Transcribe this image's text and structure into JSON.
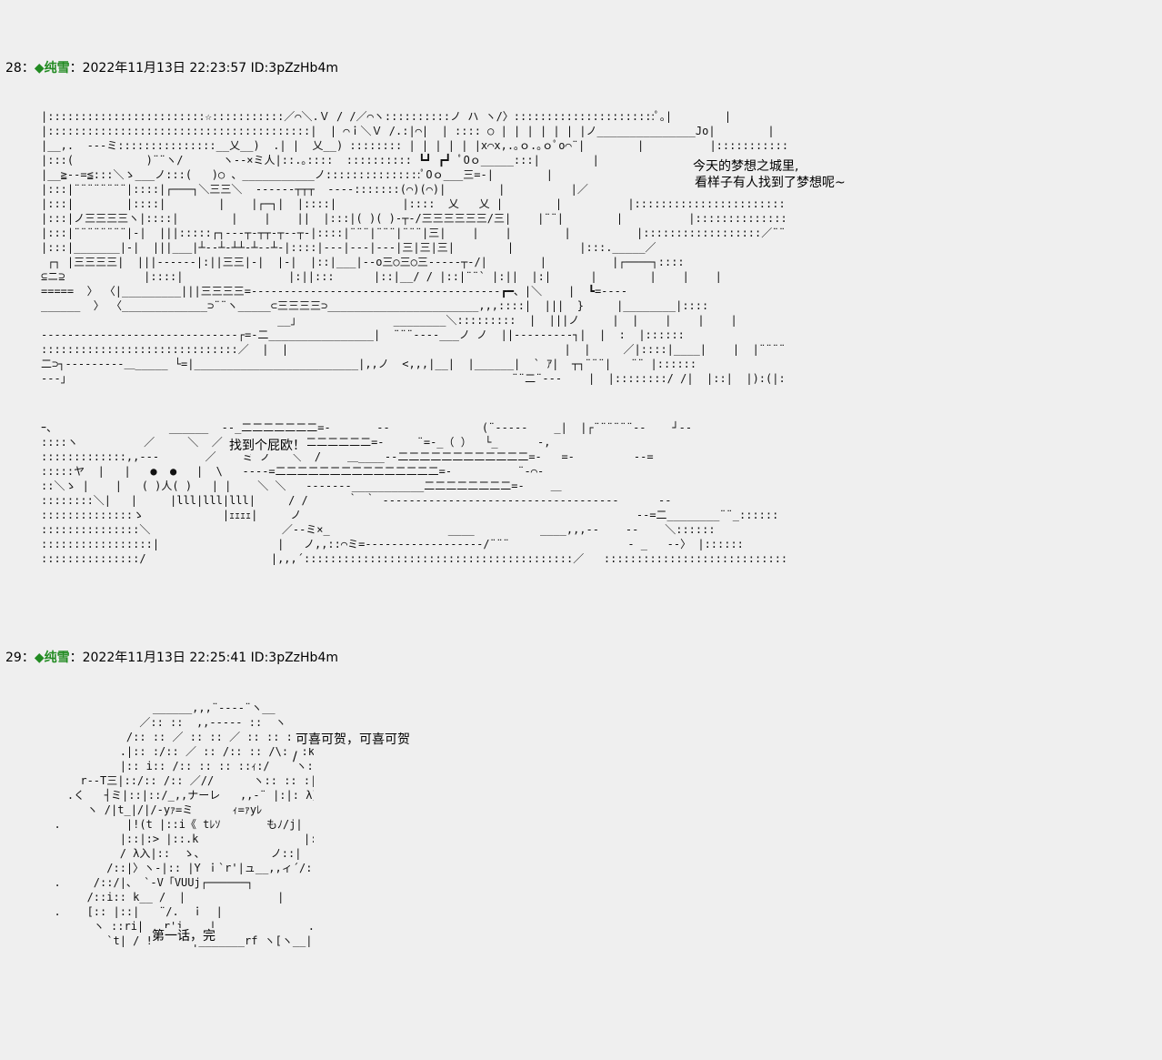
{
  "posts": [
    {
      "number": "28",
      "separator": "：",
      "name": "◆纯雪",
      "separator2": "：",
      "date": "2022年11月13日",
      "time": "22:23:57",
      "id": "ID:3pZzHb4m",
      "speech_1": "今天的梦想之城里,",
      "speech_2": "看样子有人找到了梦想呢~",
      "speech_3": "找到个屁欧！",
      "art": "|::::::::::::::::::::::::☆:::::::::::／⌒＼.Ｖ / /／⌒ヽ::::::::::ノ ハ ヽ/〉::::::::::::::::::::::ﾟ｡|        |          |:::::::::::::::::::::::\n|::::::::::::::::::::::::::::::::::::::::|  | ⌒ｉ＼Ｖ /.:|⌒|  | :::: ○ | | | | | | |ノ_______________Jo|        |          |:::::::::::::::::::::::\n|__,.  ‐‐‐ミ:::::::::::::::__乂__)  .| |  乂__) :::::::: | | | | | |x⌒x,.｡ｏ.｡ｏﾟo⌒¨|        |          |:::::::::::::::::::::::\n|:::(           )¨¨ヽ/      ヽ‐‐×ミ人|::.｡::::  :::::::::: ┗┛ ┏┛ ﾟOｏ_____:::|        |\n|__≧‐‐=≦:::＼ゝ___ノ:::(   )○ 、___________ノ:::::::::::::::ﾟOｏ___三=‐|        |\n|:::|¨¨¨¨¨¨¨¨|::::|┌───┐＼三三＼  ‐‐‐‐‐‐┬┬┬  ‐‐‐‐:::::::(⌒)(⌒)|        |          |／\n|:::|        |::::|        |    |┌─┐|  |::::|          |::::  乂   乂 |        |          |:::::::::::::::::::::::\n|:::|ノ三三三三ヽ|::::|        |    |    ||  |:::|( )( )‐┬‐/三三三三三三/三|    |¨¨|        |          |:::::::::::::::::::::::\n|:::|¨¨¨¨¨¨¨¨|‐|  |||:::::┌┐‐‐‐┬‐┬┬‐┬‐‐┬‐|::::|¨¨¨|¨¨¨|¨¨¨|三|    |    |        |          |::::::::::::::::::／¨¨¨\n|:::|_______|‐|  |||___|┴‐‐┴‐┴┴‐┴‐‐┴‐|::::|‐‐‐|‐‐‐|‐‐‐|三|三|三|        |          |:::._____／\n ┌┐ |三三三三|  |||‐‐‐‐‐‐|:||三三|‐|  |‐|  |::|___|‐‐o三○三○三‐‐‐‐‐┬‐/|        |          |┌────┐::::\n⊆ニ⊇            |::::|                |:||:::      |::|__/ / |::|¨¨` |:||  |:|      |        |    |    |          |:|            |::::\n=====  〉 〈|_________|||三三三三=‐‐‐‐‐‐‐‐‐‐‐‐‐‐‐‐‐‐‐‐‐‐‐‐‐‐‐‐‐‐‐‐‐‐‐‐‐‐┏━、|＼    |  ┗=‐‐‐‐\n______  〉 〈_____________⊃¨¨ヽ_____⊂三三三三⊃_______________________,,,::::|  |||  }     |________|::::\n                                    __」              ________＼:::::::::  |  |||ノ     |  |    |    |    |\n‐‐‐‐‐‐‐‐‐‐‐‐‐‐‐‐‐‐‐‐‐‐‐‐‐‐‐‐‐‐┌=‐二________________|  ¨¨¨‐‐‐‐___ノ ノ  ||‐‐‐‐‐‐‐‐‐┐|  |  :  |::::::\n::::::::::::::::::::::::::::::／  |  |                                          |  |     ／|::::|____|    |  |¨¨¨¨¨¨¨¨¨¨|  |  :  |::::::\n二⊃┐‐‐‐‐‐‐‐‐‐＿_____ └=|_________________________|,,ノ  <,,,|__|  |______|  ` ｱ|  ┬┐¨¨¨|   ¨¨ |::::::\n‐‐‐」                                                                   ¨¨二¨‐‐‐    |  |::::::::/ /|  |::|  |):(|::::|  |::::::::::|::::\n",
      "art_2": "ｰ、                 ______  ‐‐_二二二二二二二=‐       ‐‐              (¨‐‐‐‐‐    _|  |┌¨¨¨¨¨¨‐‐    ┘‐‐\n::::ヽ          ／     ＼  ／ ‐‐‐‐=二二二二二二二二二二=‐     ¨=‐_（ ）  └_      ‐,\n:::::::::::::,,‐‐‐       ／    ミ ノ   ＼  /    ＿____‐‐二二二二二二二二二二二二=‐   =‐         ‐‐=\n:::::ヤ  |   |   ●  ●   |  \\   ‐‐‐‐=二二二二二二二二二二二二二二二=‐          ¨‐⌒‐\n::＼ゝ |    |   ( )人( )   | |    ＼ ＼   ‐‐‐‐‐‐‐___________二二二二二二二二=‐    ＿\n::::::::＼|   |     |lll|lll|lll|     / /      ｀ ｀ ‐‐‐‐‐‐‐‐‐‐‐‐‐‐‐‐‐‐‐‐‐‐‐‐‐‐‐‐‐‐‐‐‐‐‐‐      ‐‐\n::::::::::::::ゝ            |ｪｪｪｪ|     ノ                                                   ‐‐=二________¨¨_::::::\n:::::::::::::::＼                    ／‐‐ミ×_                  ____          ____,,,‐‐    ‐‐    ＼::::::\n:::::::::::::::::|                  |   ノ,,::⌒ミ=‐‐‐‐‐‐‐‐‐‐‐‐‐‐‐‐‐‐/¨¨¨                  ‐ _   ‐‐〉 |::::::\n:::::::::::::::/                   |,,,´:::::::::::::::::::::::::::::::::::::::::／   ::::::::::::::::::::::::::::::::_ ‐‐   _ ‐‐,,,|::::::"
    },
    {
      "number": "29",
      "separator": "：",
      "name": "◆纯雪",
      "separator2": "：",
      "date": "2022年11月13日",
      "time": "22:25:41",
      "id": "ID:3pZzHb4m",
      "speech_1": "可喜可贺，可喜可贺",
      "speech_2": "/",
      "box_text": "第一话，完",
      "art": "                 ______,,,¨‐‐‐‐¨ヽ__\n               ／:: ::  ,,‐‐‐‐- ::  ヽ\n             /:: :: ／ :: :: ／ :: :: :: ヽ、\n            .|:: :/:: ／ :: /:: :: /\\:: :k ::/\\\n            |:: i:: /:: :: :: ::ｨ:/    ヽ:: i:: :|\n      r‐‐T三|::/:: /:: ／//      ヽ:: :: :|\n    .く   ┤ミ|::|::/_,,ナーレ   ,,‐¨ |:|: λ}\n       ヽ /|t_|/|/‐yｧ=ミ      ｨ=ｧyﾚ\n  .          |!(t |::i《 tﾚｿ       もﾉ/j|\n            |::|:> |::.k                |::|\n            / λ入|::  ゝ、          ノ::|\n          /::|〉ヽ‐|:: |Y ｉ`r'|ュ__,,ィ´/::ノ\n  .     /::/|、 `‐V「VUUj┌──────┐\n       /::i:: k__ /  |              |\n  .    [:: |::|   ¨/.  ｉ  |              .|\n        ヽ ::ri|   r'i    |              .|\n          `t| / !.     |_______rf ヽ[ヽ__|"
    }
  ]
}
